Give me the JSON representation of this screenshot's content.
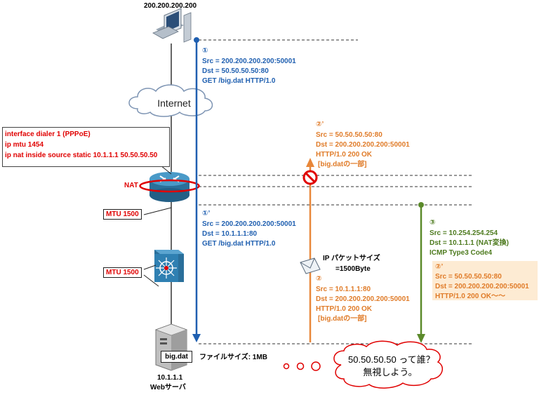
{
  "client": {
    "ip": "200.200.200.200"
  },
  "internet": {
    "label": "Internet"
  },
  "config": {
    "line1": "interface dialer 1 (PPPoE)",
    "line2": " ip mtu 1454",
    "line3": "ip nat inside source static 10.1.1.1 50.50.50.50"
  },
  "nat_label": "NAT",
  "mtu": {
    "router": "MTU 1500",
    "switch": "MTU 1500"
  },
  "step1": {
    "marker": "①",
    "src": "Src = 200.200.200.200:50001",
    "dst": "Dst = 50.50.50.50:80",
    "req": "GET /big.dat HTTP/1.0"
  },
  "step1b": {
    "marker": "①’",
    "src": "Src = 200.200.200.200:50001",
    "dst": "Dst = 10.1.1.1:80",
    "req": "GET /big.dat HTTP/1.0"
  },
  "step2b": {
    "marker": "②’",
    "src": "Src = 50.50.50.50:80",
    "dst": "Dst = 200.200.200.200:50001",
    "resp": "HTTP/1.0 200 OK",
    "body": "[big.datの一部]"
  },
  "packet": {
    "title": "IP パケットサイズ",
    "size": "=1500Byte"
  },
  "step2": {
    "marker": "②",
    "src": "Src = 10.1.1.1:80",
    "dst": "Dst = 200.200.200.200:50001",
    "resp": "HTTP/1.0 200 OK",
    "body": "[big.datの一部]"
  },
  "step3": {
    "marker": "③",
    "src": "Src = 10.254.254.254",
    "dst": "Dst = 10.1.1.1 (NAT変換)",
    "icmp": "ICMP Type3 Code4"
  },
  "step2c": {
    "marker": "②’",
    "src": "Src = 50.50.50.50:80",
    "dst": "Dst = 200.200.200.200:50001",
    "resp": "HTTP/1.0 200 OK〜〜"
  },
  "server": {
    "file_tag": "big.dat",
    "file_size": "ファイルサイズ: 1MB",
    "ip": "10.1.1.1",
    "name": "Webサーバ"
  },
  "thought": {
    "line1": "50.50.50.50 って誰？",
    "line2": "無視しよう。"
  },
  "colors": {
    "blue": "#1f5fb0",
    "orange": "#e8873a",
    "green": "#5b8a2a",
    "red": "#e00000"
  }
}
